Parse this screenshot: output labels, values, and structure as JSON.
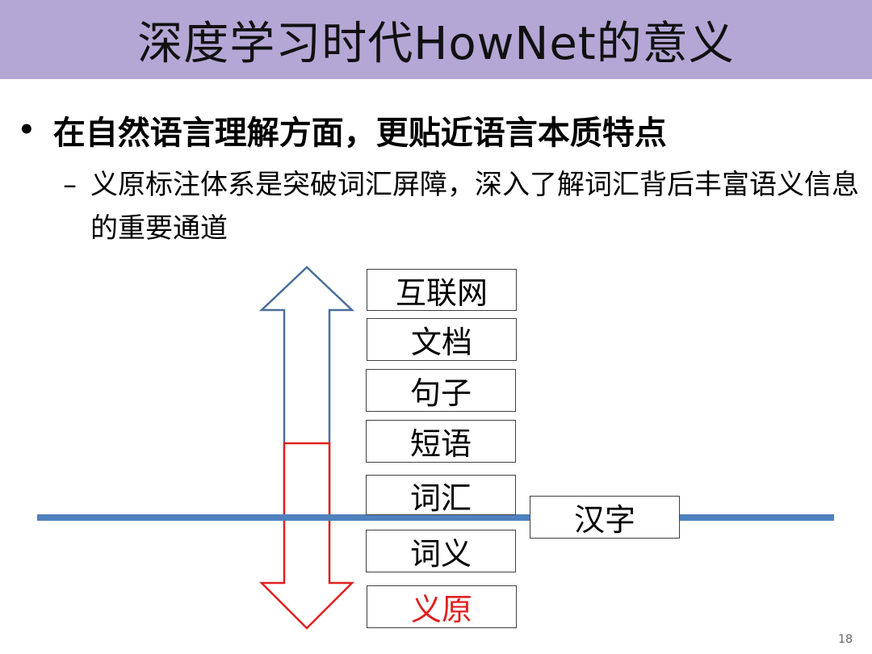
{
  "title": "深度学习时代HowNet的意义",
  "bullet": {
    "symbol": "•",
    "text": "在自然语言理解方面，更贴近语言本质特点"
  },
  "sub_bullet": {
    "symbol": "–",
    "text": "义原标注体系是突破词汇屏障，深入了解词汇背后丰富语义信息的重要通道"
  },
  "diagram": {
    "levels": [
      "互联网",
      "文档",
      "句子",
      "短语",
      "词汇",
      "词义",
      "义原"
    ],
    "side_box": "汉字",
    "colors": {
      "up_arrow": "#4a6f9a",
      "down_arrow": "#e02020",
      "line": "#4f81bd",
      "highlight_text": "#e02020"
    }
  },
  "page_number": "18"
}
